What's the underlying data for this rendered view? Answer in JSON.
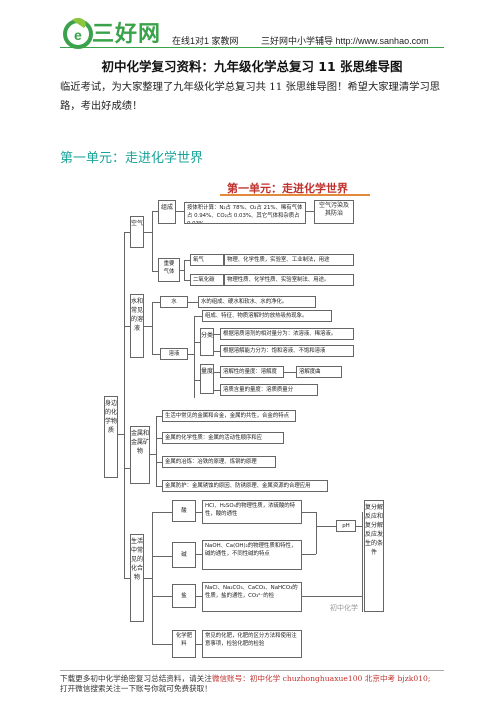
{
  "header": {
    "logo_text": "三好网",
    "items": [
      "在线1对1 家教网",
      "三好网中小学辅导 http://www.sanhao.com"
    ]
  },
  "document": {
    "title": "初中化学复习资料：九年级化学总复习 11 张思维导图",
    "intro": "临近考试，为大家整理了九年级化学总复习共 11 张思维导图！希望大家理清学习思路，考出好成绩！",
    "section_heading": "第一单元：走进化学世界"
  },
  "mindmap": {
    "title": "第一单元：走进化学世界",
    "root": "身边的化学物质",
    "air": {
      "label": "空气",
      "composition": "组成",
      "composition_text": "按体积计算：N₂占 78%、O₂占 21%、稀有气体占 0.94%、CO₂占 0.03%、其它气体和杂质占 0.03%",
      "pollution": "空气污染及其防治",
      "important_gases": "重要气体",
      "oxygen": "氧气",
      "oxygen_text": "物理、化学性质，实验室、工业制法，用途",
      "co2": "二氧化碳",
      "co2_text": "物理性质、化学性质、实验室制法、用途。"
    },
    "water": {
      "label": "水和常见的溶液",
      "water_node": "水",
      "water_text": "水的组成、硬水和软水、水的净化。",
      "solution": "溶液",
      "concept": "组成、特征、物质溶解时的放热吸热现象。",
      "classify": "分类",
      "classify1": "根据溶质溶剂的相对量分为：浓溶液、稀溶液。",
      "classify2": "根据溶解能力分为：饱和溶液、不饱和溶液",
      "measure": "量度",
      "measure1": "溶解性的量度：溶解度",
      "measure2": "溶解度曲",
      "measure3": "溶质含量的量度：溶质质量分"
    },
    "metal": {
      "label": "金属和金属矿物",
      "item1": "生活中常见的金属和合金，金属的共性，合金的特点",
      "item2": "金属的化学性质：金属的活动性顺序和应",
      "item3": "金属的冶炼：冶铁的原理、炼钢的原理",
      "item4": "金属防护：金属锈蚀的原因、防锈原理、金属资源的合理应用"
    },
    "compound": {
      "label": "生活中常见的化合物",
      "acid": "酸",
      "acid_text": "HCl、H₂SO₄的物理性质，浓硫酸的特性，酸的通性",
      "base": "碱",
      "base_text": "NaOH、Ca(OH)₂的物理性质和特性，碱的通性，不同性碱的特点",
      "salt": "盐",
      "salt_text": "NaCl、Na₂CO₃、CaCO₃、NaHCO₃的性质，盐的通性，CO₃²⁻的检",
      "fertilizer": "化学肥料",
      "fertilizer_text": "常见的化肥，化肥的区分方法和使用注意事项，检验化肥的检验",
      "ph": "pH",
      "reaction": "复分解反应和复分解反应发生的条件"
    },
    "watermark": "初中化学"
  },
  "footer": {
    "line1_prefix": "下载更多初中化学绝密复习总结资料，请关注",
    "line1_highlight": "微信账号：初中化学  chuzhonghuaxue100  北京中考  bjzk010;",
    "line2": "打开微信搜索关注一下账号你就可免费获取！"
  },
  "colors": {
    "brand_green": "#3aa24a",
    "section_teal": "#1aa39a",
    "map_title_red": "#c0322e"
  }
}
